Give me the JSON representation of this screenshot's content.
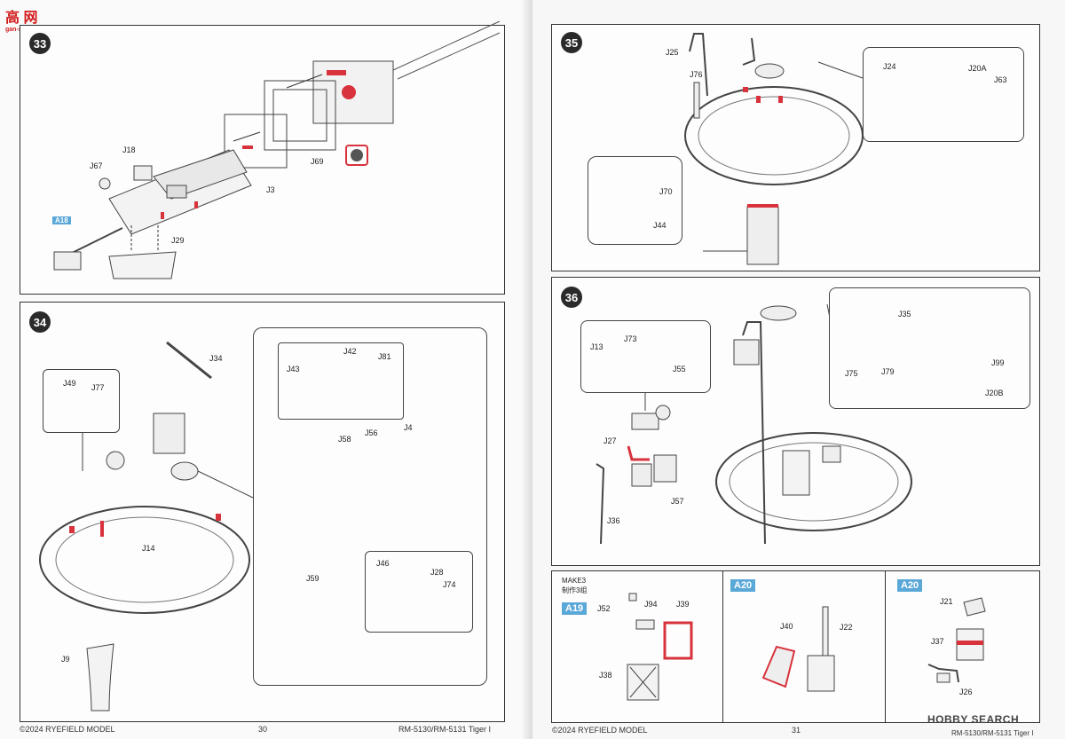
{
  "watermark": {
    "cn": "高 网",
    "url": "gan-shan.com",
    "hobbysearch": "HOBBY SEARCH"
  },
  "footer": {
    "left_copyright": "©2024 RYEFIELD MODEL",
    "left_page": "30",
    "left_code": "RM-5130/RM-5131 Tiger I",
    "right_copyright": "©2024 RYEFIELD MODEL",
    "right_page": "31",
    "right_code": "RM-5130/RM-5131 Tiger I"
  },
  "step33": {
    "number": "33",
    "parts": [
      "J18",
      "J67",
      "A18",
      "J29",
      "J3",
      "J69"
    ]
  },
  "step34": {
    "number": "34",
    "parts": [
      "J34",
      "J49",
      "J77",
      "J14",
      "J9",
      "J42",
      "J81",
      "J43",
      "J58",
      "J56",
      "J4",
      "J59",
      "J46",
      "J28",
      "J74"
    ]
  },
  "step35": {
    "number": "35",
    "parts": [
      "J25",
      "J76",
      "J24",
      "J20A",
      "J63",
      "J70",
      "J44"
    ]
  },
  "step36": {
    "number": "36",
    "parts": [
      "J73",
      "J13",
      "J55",
      "J27",
      "J57",
      "J36",
      "J35",
      "J75",
      "J79",
      "J99",
      "J20B"
    ]
  },
  "sub_a19": {
    "make": "MAKE3",
    "make_cn": "制作3组",
    "tag": "A19",
    "parts": [
      "J52",
      "J94",
      "J39",
      "J38"
    ]
  },
  "sub_a20a": {
    "tag": "A20",
    "parts": [
      "J40",
      "J22"
    ]
  },
  "sub_a20b": {
    "tag": "A20",
    "parts": [
      "J21",
      "J37",
      "J26"
    ]
  },
  "colors": {
    "accent_red": "#d8323c",
    "tag_blue": "#5aa8d8",
    "ink": "#2a2a2a"
  }
}
